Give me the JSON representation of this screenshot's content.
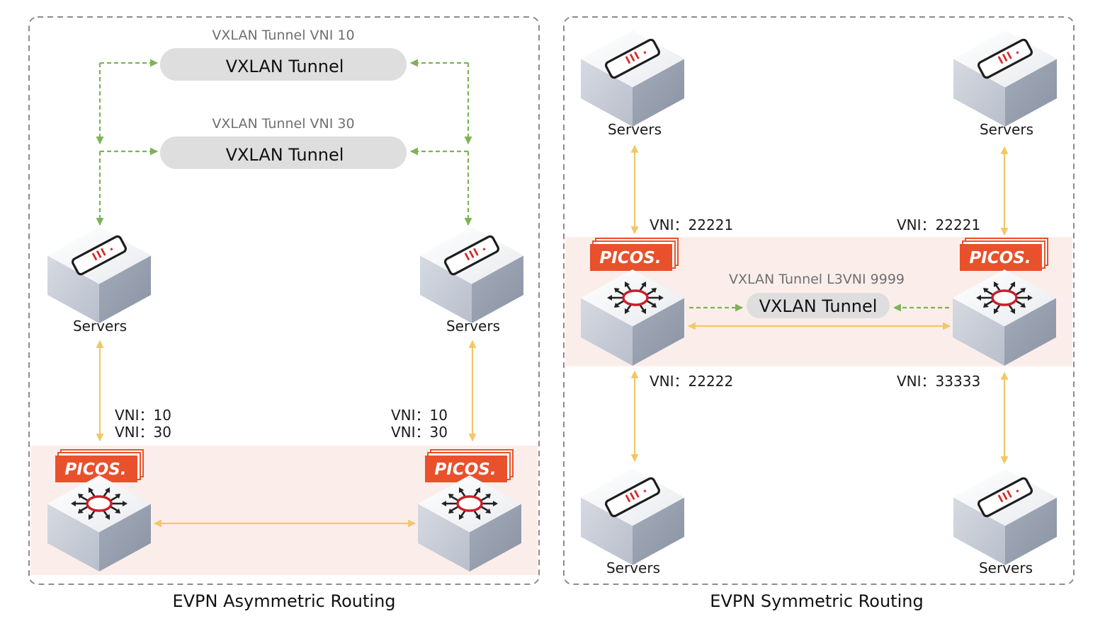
{
  "colors": {
    "green_dashed": "#7db355",
    "yellow_solid": "#f2c766",
    "pink_band": "#fbeeea",
    "picos_orange": "#e8512b",
    "tunnel_pill": "#dedede",
    "frame_dash": "#8c8c8c",
    "switch_red": "#c8202a"
  },
  "left_panel": {
    "caption": "EVPN Asymmetric Routing",
    "tunnel_top_label": "VXLAN Tunnel VNI 10",
    "tunnel_top_text": "VXLAN Tunnel",
    "tunnel_bottom_label": "VXLAN Tunnel VNI 30",
    "tunnel_bottom_text": "VXLAN Tunnel",
    "server_left_label": "Servers",
    "server_right_label": "Servers",
    "vni_left_line1": "VNI：10",
    "vni_left_line2": "VNI：30",
    "vni_right_line1": "VNI：10",
    "vni_right_line2": "VNI：30",
    "logo_left": "PICOS.",
    "logo_right": "PICOS."
  },
  "right_panel": {
    "caption": "EVPN Symmetric Routing",
    "server_tl_label": "Servers",
    "server_tr_label": "Servers",
    "server_bl_label": "Servers",
    "server_br_label": "Servers",
    "vni_tl": "VNI：22221",
    "vni_tr": "VNI：22221",
    "vni_bl": "VNI：22222",
    "vni_br": "VNI：33333",
    "tunnel_label": "VXLAN Tunnel L3VNI 9999",
    "tunnel_text": "VXLAN Tunnel",
    "logo_left": "PICOS.",
    "logo_right": "PICOS."
  },
  "icons": {
    "server": "server-cube-icon",
    "switch": "switch-cube-icon",
    "logo": "picos-logo-icon"
  }
}
